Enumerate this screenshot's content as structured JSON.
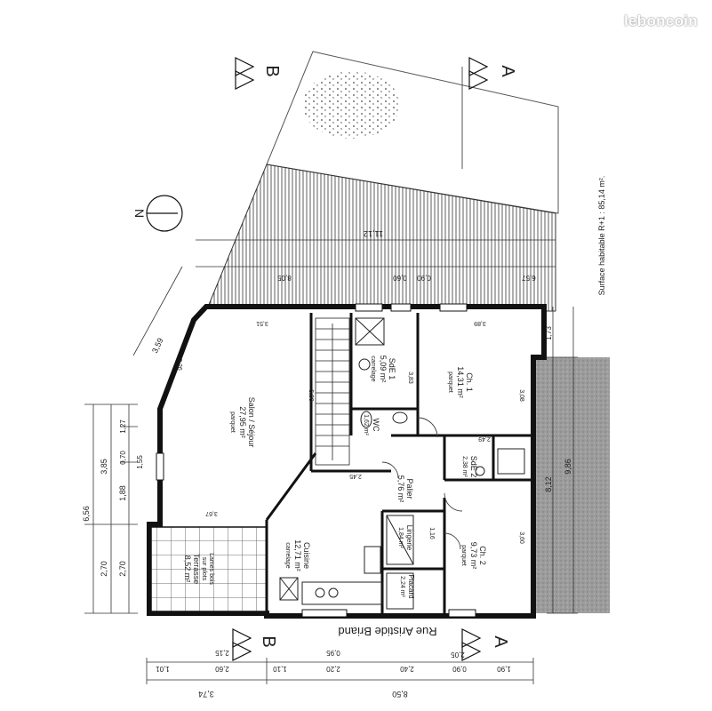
{
  "watermark": "leboncoin",
  "surface_note": "Surface habitable R+1 : 85,14 m².",
  "street": "Rue Aristide Briand",
  "north": "N",
  "sections": {
    "a": "A",
    "b": "B"
  },
  "rooms": {
    "sejour": {
      "name": "Salon / Séjour",
      "area": "27,95 m²",
      "floor": "parquet"
    },
    "cuisine": {
      "name": "Cuisine",
      "area": "12,71 m²",
      "floor": "carrelage"
    },
    "terrasse": {
      "name": "Terrasse",
      "area": "8,52 m²",
      "note1": "Lames bois",
      "note2": "sur plots"
    },
    "sde1": {
      "name": "SdE 1",
      "area": "5,09 m²",
      "floor": "carrelage"
    },
    "wc": {
      "name": "WC",
      "area": "1,62 m²"
    },
    "ch1": {
      "name": "Ch. 1",
      "area": "14,31 m²",
      "floor": "parquet"
    },
    "palier": {
      "name": "Palier",
      "area": "5,76 m²"
    },
    "sde2": {
      "name": "SdE 2",
      "area": "2,38 m²"
    },
    "lingerie": {
      "name": "Lingerie",
      "area": "1,84 m²"
    },
    "ch2": {
      "name": "Ch. 2",
      "area": "9,73 m²",
      "floor": "parquet"
    },
    "placard": {
      "name": "Placard",
      "area": "2,24 m²"
    }
  },
  "dimensions": {
    "left_total": "6,56",
    "left_1": "3,85",
    "left_1b": "1,88",
    "left_1c": "0,70",
    "left_1d": "1,27",
    "left_1e": "1,55",
    "left_2": "2,70",
    "left_2b": "2,70",
    "top_1": "3,59",
    "top_2": "11,12",
    "top_3": "8,05",
    "top_4": "6,57",
    "top_5": "0,60",
    "top_6": "0,90",
    "bottom_1": "3,74",
    "bottom_2": "8,50",
    "bottom_3": "1,01",
    "bottom_4": "2,60",
    "bottom_5": "2,15",
    "bottom_6": "1,10",
    "bottom_7": "2,20",
    "bottom_8": "0,95",
    "bottom_9": "2,40",
    "bottom_10": "0,90",
    "bottom_11": "2,05",
    "bottom_12": "1,90",
    "right_1": "9,86",
    "right_2": "8,12",
    "right_3": "1,73",
    "int_1": "3,51",
    "int_2": "3,67",
    "int_3": "3,26",
    "int_4": "3,89",
    "int_5": "3,83",
    "int_6": "3,08",
    "int_7": "3,60",
    "int_8": "5,00",
    "int_9": "2,45",
    "int_10": "2,49",
    "int_11": "1,16"
  }
}
